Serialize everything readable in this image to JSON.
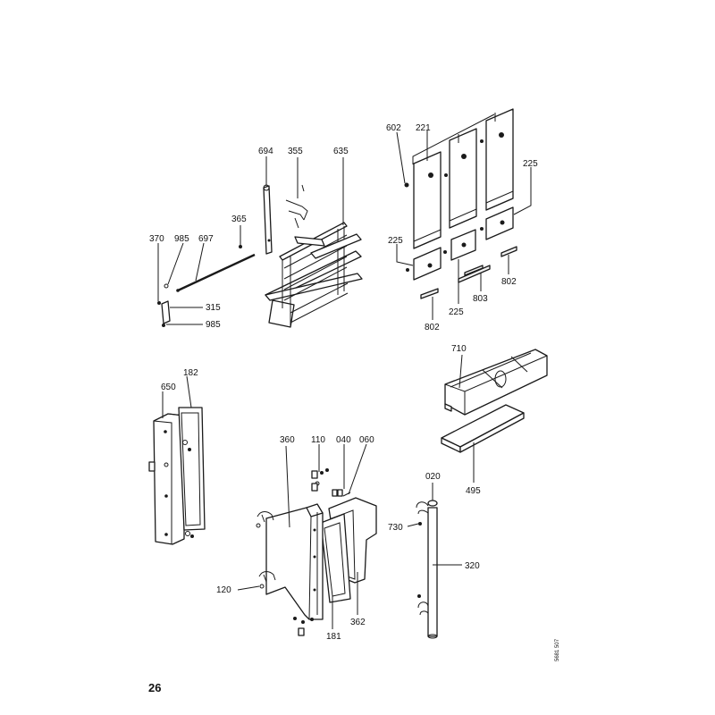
{
  "page_number": "26",
  "reference_code": "5681 507",
  "callouts": {
    "c602": "602",
    "c221": "221",
    "c225a": "225",
    "c225b": "225",
    "c225c": "225",
    "c802a": "802",
    "c802b": "802",
    "c803": "803",
    "c694": "694",
    "c355": "355",
    "c635": "635",
    "c365": "365",
    "c370": "370",
    "c985a": "985",
    "c697": "697",
    "c315": "315",
    "c985b": "985",
    "c710": "710",
    "c495": "495",
    "c182": "182",
    "c650": "650",
    "c360": "360",
    "c110": "110",
    "c040": "040",
    "c060": "060",
    "c120": "120",
    "c181": "181",
    "c362": "362",
    "c020": "020",
    "c730": "730",
    "c320": "320"
  }
}
